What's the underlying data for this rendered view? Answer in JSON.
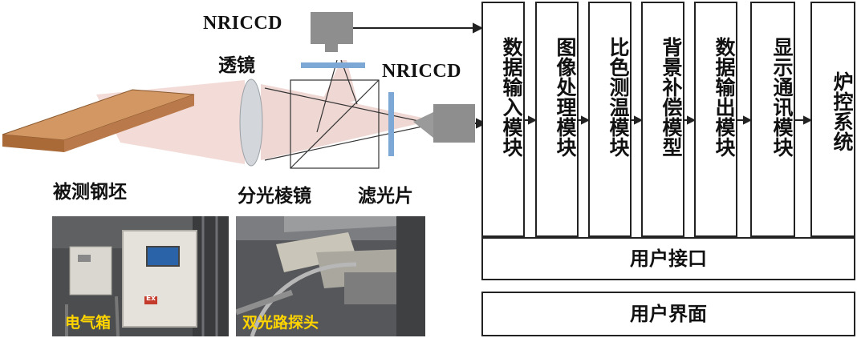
{
  "optics": {
    "camera_top_label": "NRICCD",
    "camera_right_label": "NRICCD",
    "lens_label": "透镜",
    "billet_label": "被测钢坯",
    "prism_label": "分光棱镜",
    "filter_label": "滤光片"
  },
  "modules": [
    {
      "label": "数据输入模块"
    },
    {
      "label": "图像处理模块"
    },
    {
      "label": "比色测温模块"
    },
    {
      "label": "背景补偿模型"
    },
    {
      "label": "数据输出模块"
    },
    {
      "label": "显示通讯模块"
    },
    {
      "label": "炉控系统"
    }
  ],
  "user_interface_label": "用户接口",
  "user_screen_label": "用户界面",
  "photos": {
    "cabinet_label": "电气箱",
    "cabinet_ex_mark": "Ex",
    "probe_label": "双光路探头"
  },
  "colors": {
    "billet": "#c88a55",
    "beam": "#f2d9d6",
    "lens": "#cfd3d8",
    "filter": "#7da7d4",
    "camera": "#8d8d8d"
  }
}
